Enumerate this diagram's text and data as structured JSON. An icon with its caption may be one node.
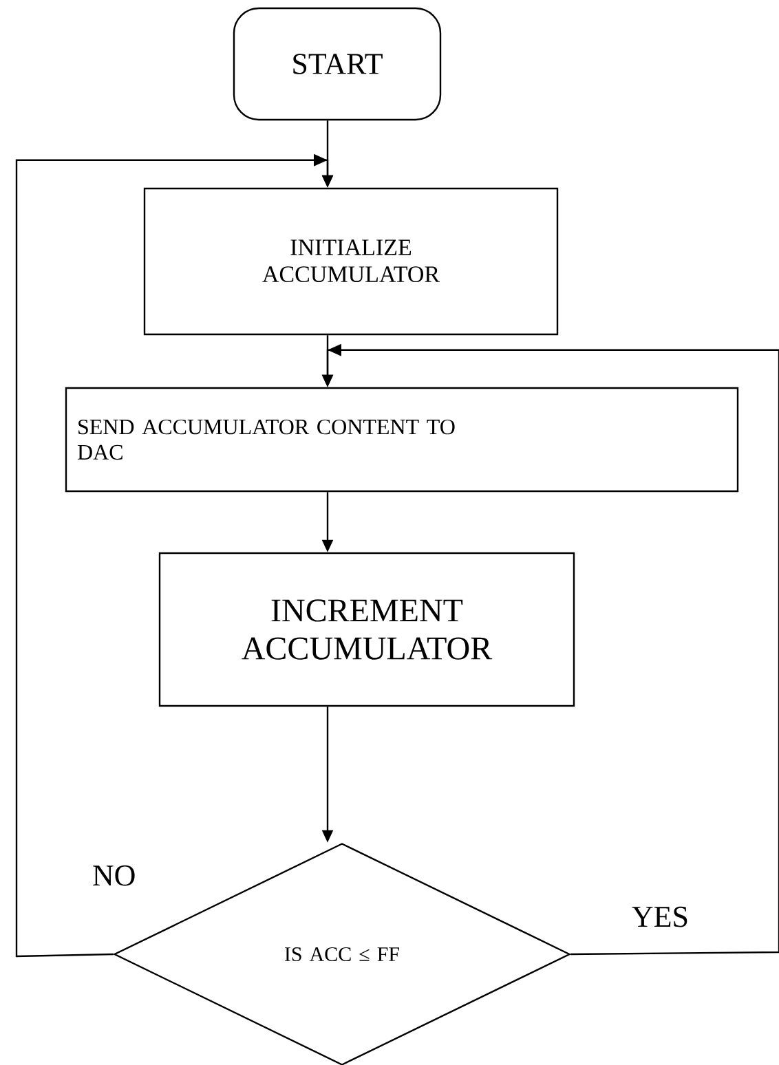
{
  "diagram": {
    "nodes": [
      {
        "text": [
          "START"
        ]
      },
      {
        "text": [
          "INITIALIZE ACCUMULATOR"
        ]
      },
      {
        "text": [
          "SEND ACCUMULATOR CONTENT TO DAC"
        ]
      },
      {
        "text": [
          "INCREMENT ACCUMULATOR"
        ]
      },
      {
        "text": [
          "IS ACC ≤ FF"
        ]
      }
    ],
    "edges": [
      {
        "from": 0,
        "to": 1,
        "arrow": "to"
      },
      {
        "from": 1,
        "to": 2,
        "arrow": "to"
      },
      {
        "from": 2,
        "to": 3,
        "arrow": "to"
      },
      {
        "from": 3,
        "to": 4,
        "arrow": "to"
      },
      {
        "from": 4,
        "to": 1,
        "arrow": "to",
        "label": "NO"
      },
      {
        "from": 4,
        "to": 2,
        "arrow": "to",
        "label": "YES"
      }
    ]
  }
}
